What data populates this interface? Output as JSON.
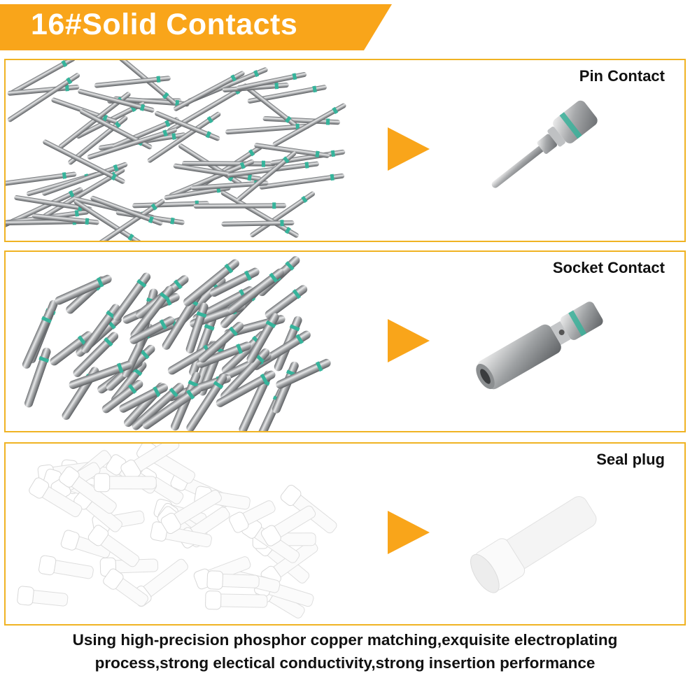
{
  "title": "16#Solid Contacts",
  "accent_color": "#f9a51a",
  "border_color": "#f0b323",
  "panels": [
    {
      "label": "Pin Contact",
      "icon": "pin-contact"
    },
    {
      "label": "Socket Contact",
      "icon": "socket-contact"
    },
    {
      "label": "Seal plug",
      "icon": "seal-plug"
    }
  ],
  "caption": {
    "line1": "Using high-precision phosphor copper matching,exquisite electroplating",
    "line2": "process,strong electical conductivity,strong insertion performance"
  }
}
